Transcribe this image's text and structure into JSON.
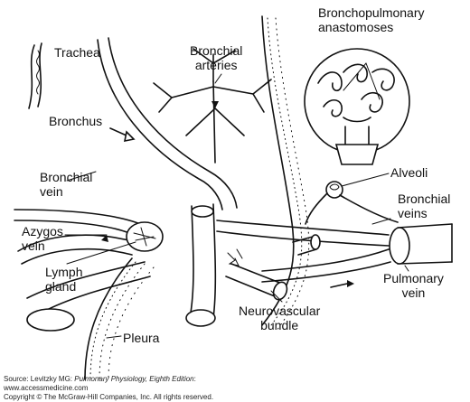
{
  "labels": {
    "trachea": "Trachea",
    "bronchial_arteries_1": "Bronchial",
    "bronchial_arteries_2": "arteries",
    "bronchopulmonary_1": "Bronchopulmonary",
    "bronchopulmonary_2": "anastomoses",
    "bronchus": "Bronchus",
    "bronchial_vein_1": "Bronchial",
    "bronchial_vein_2": "vein",
    "alveoli": "Alveoli",
    "bronchial_veins_1": "Bronchial",
    "bronchial_veins_2": "veins",
    "azygos_1": "Azygos",
    "azygos_2": "vein",
    "lymph_1": "Lymph",
    "lymph_2": "gland",
    "pulmonary_1": "Pulmonary",
    "pulmonary_2": "vein",
    "neurovascular_1": "Neurovascular",
    "neurovascular_2": "bundle",
    "pleura": "Pleura"
  },
  "source": {
    "prefix": "Source: Levitzky MG: ",
    "title": "Pulmonary Physiology, Eighth Edition",
    "suffix": ":",
    "url": "www.accessmedicine.com",
    "copyright": "Copyright © The McGraw-Hill Companies, Inc. All rights reserved."
  }
}
